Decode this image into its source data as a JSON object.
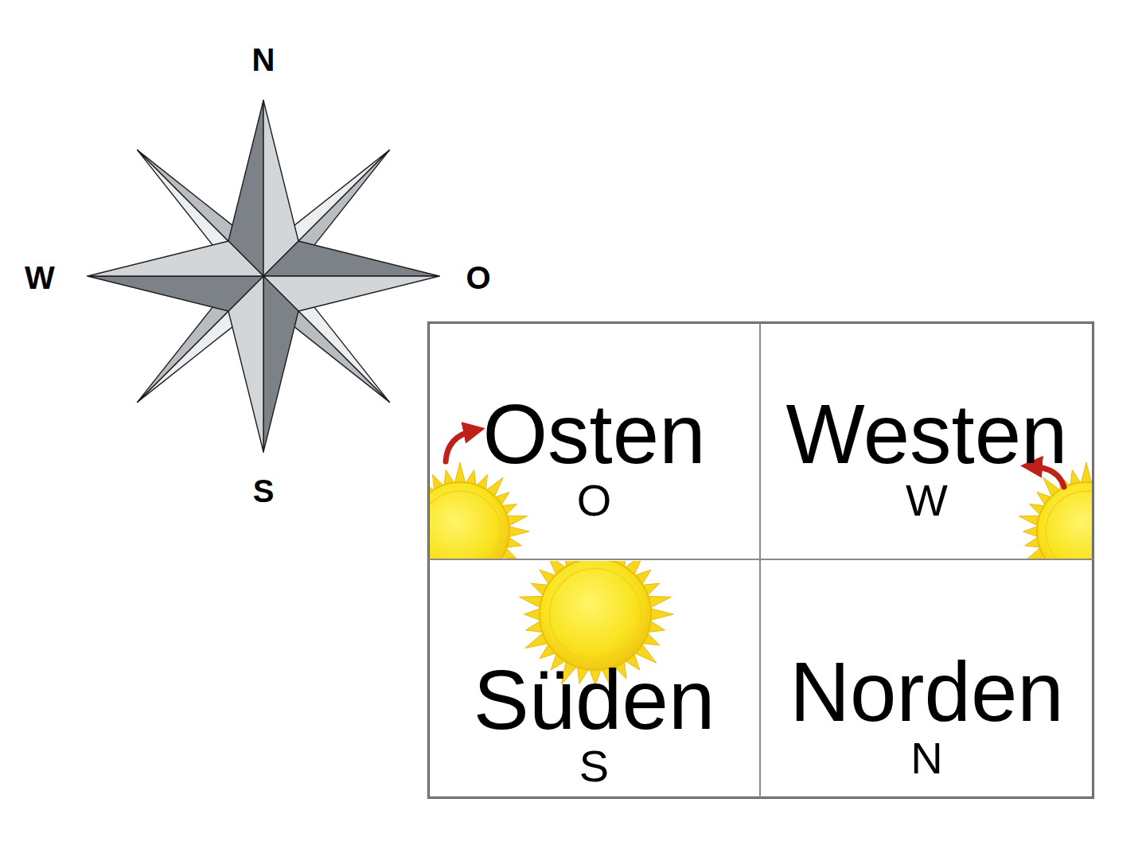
{
  "diagram": {
    "nodes": [
      {
        "text": [
          "Osten",
          "O"
        ]
      },
      {
        "text": [
          "Westen",
          "W"
        ]
      },
      {
        "text": [
          "Süden",
          "S"
        ]
      },
      {
        "text": [
          "Norden",
          "N"
        ]
      }
    ],
    "labels": [
      "N",
      "W",
      "O",
      "S"
    ]
  }
}
